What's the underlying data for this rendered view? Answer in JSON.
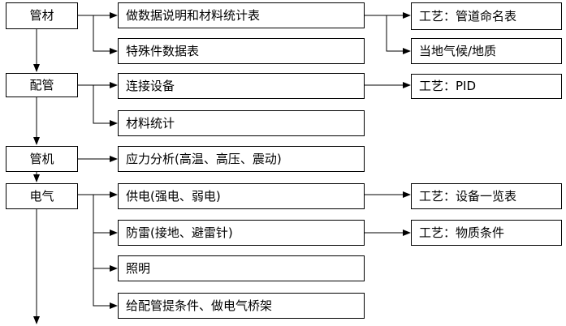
{
  "stages": [
    "管材",
    "配管",
    "管机",
    "电气"
  ],
  "tasks": [
    "做数据说明和材料统计表",
    "特殊件数据表",
    "连接设备",
    "材料统计",
    "应力分析(高温、高压、震动)",
    "供电(强电、弱电)",
    "防雷(接地、避雷针)",
    "照明",
    "给配管提条件、做电气桥架"
  ],
  "notes": [
    "工艺：管道命名表",
    "当地气候/地质",
    "工艺：PID",
    "工艺：设备一览表",
    "工艺：物质条件"
  ],
  "colors": {
    "line": "#000000",
    "box_border": "#000000",
    "background": "#ffffff"
  }
}
